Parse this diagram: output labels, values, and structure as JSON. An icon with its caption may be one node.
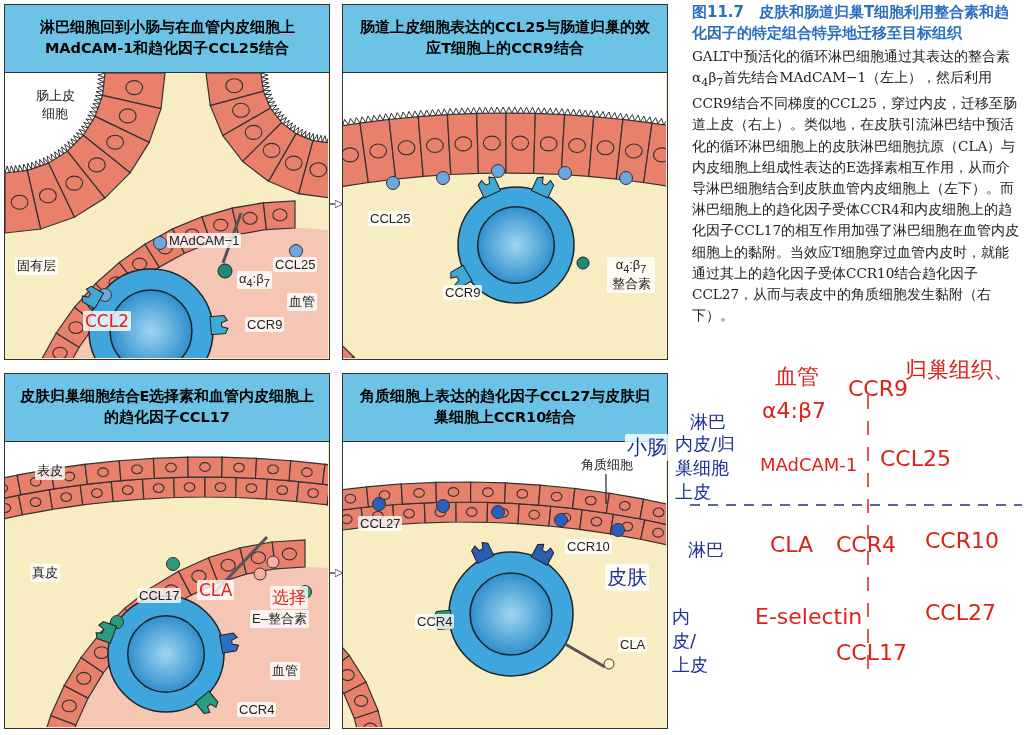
{
  "diagram": {
    "caption": "图11.7　皮肤和肠道归巢T细胞利用整合素和趋化因子的特定组合特异地迁移至目标组织",
    "nodes": [
      {
        "text": [
          "淋巴细胞回到小肠与在血管内皮细胞上MAdCAM-1和趋化因子CCL25结合"
        ]
      },
      {
        "text": [
          "肠道上皮细胞表达的CCL25与肠道归巢的效应T细胞上的CCR9结合"
        ]
      },
      {
        "text": [
          "皮肤归巢细胞结合E选择素和血管内皮细胞上的趋化因子CCL17"
        ]
      },
      {
        "text": [
          "角质细胞上表达的趋化因子CCL27与皮肤归巢细胞上CCR10结合"
        ]
      },
      {
        "text": [
          "角质细胞"
        ],
        "in": 3
      }
    ],
    "edges": [
      {
        "from": 0,
        "to": 1,
        "arrow": "to"
      },
      {
        "from": 2,
        "to": 3,
        "arrow": "to"
      },
      {
        "from": 4,
        "to": null,
        "arrow": "none"
      }
    ],
    "labels": [
      "肠上皮细胞",
      "MAdCAM−1",
      "CCL25",
      "固有层",
      "α$_{4}$:β$_{7}$",
      "血管",
      "CCL2",
      "CCR9",
      "CCL25",
      "CCR9",
      "α$_{4}$:β$_{7}$ 整合素",
      "表皮",
      "真皮",
      "CCL17",
      "CLA",
      "选择",
      "E–整合素",
      "血管",
      "CCR4",
      "小肠",
      "CCL27",
      "CCR10",
      "皮肤",
      "CCR4",
      "CLA",
      "GALT中预活化的循环淋巴细胞通过其表达的整合素α$_{4}$β$_{7}$首先结合MAdCAM−1（左上），然后利用CCR9结合不同梯度的CCL25，穿过内皮，迁移至肠道上皮（右上）。类似地，在皮肤引流淋巴结中预活化的循环淋巴细胞上的皮肤淋巴细胞抗原（CLA）与内皮细胞上组成性表达的E选择素相互作用，从而介导淋巴细胞结合到皮肤血管内皮细胞上（左下）。而淋巴细胞上的趋化因子受体CCR4和内皮细胞上的趋化因子CCL17的相互作用加强了淋巴细胞在血管内皮细胞上的黏附。当效应T细胞穿过血管内皮时，就能通过其上的趋化因子受体CCR10结合趋化因子CCL27，从而与表皮中的角质细胞发生黏附（右下）。",
      "血管",
      "归巢组织、",
      "淋巴",
      "α4:β7",
      "CCR9",
      "内皮/归巢细胞上皮",
      "MAdCAM-1",
      "CCL25",
      "淋巴",
      "CLA",
      "CCR4",
      "CCR10",
      "内皮/上皮",
      "E-selectin",
      "CCL17",
      "CCL27"
    ]
  }
}
